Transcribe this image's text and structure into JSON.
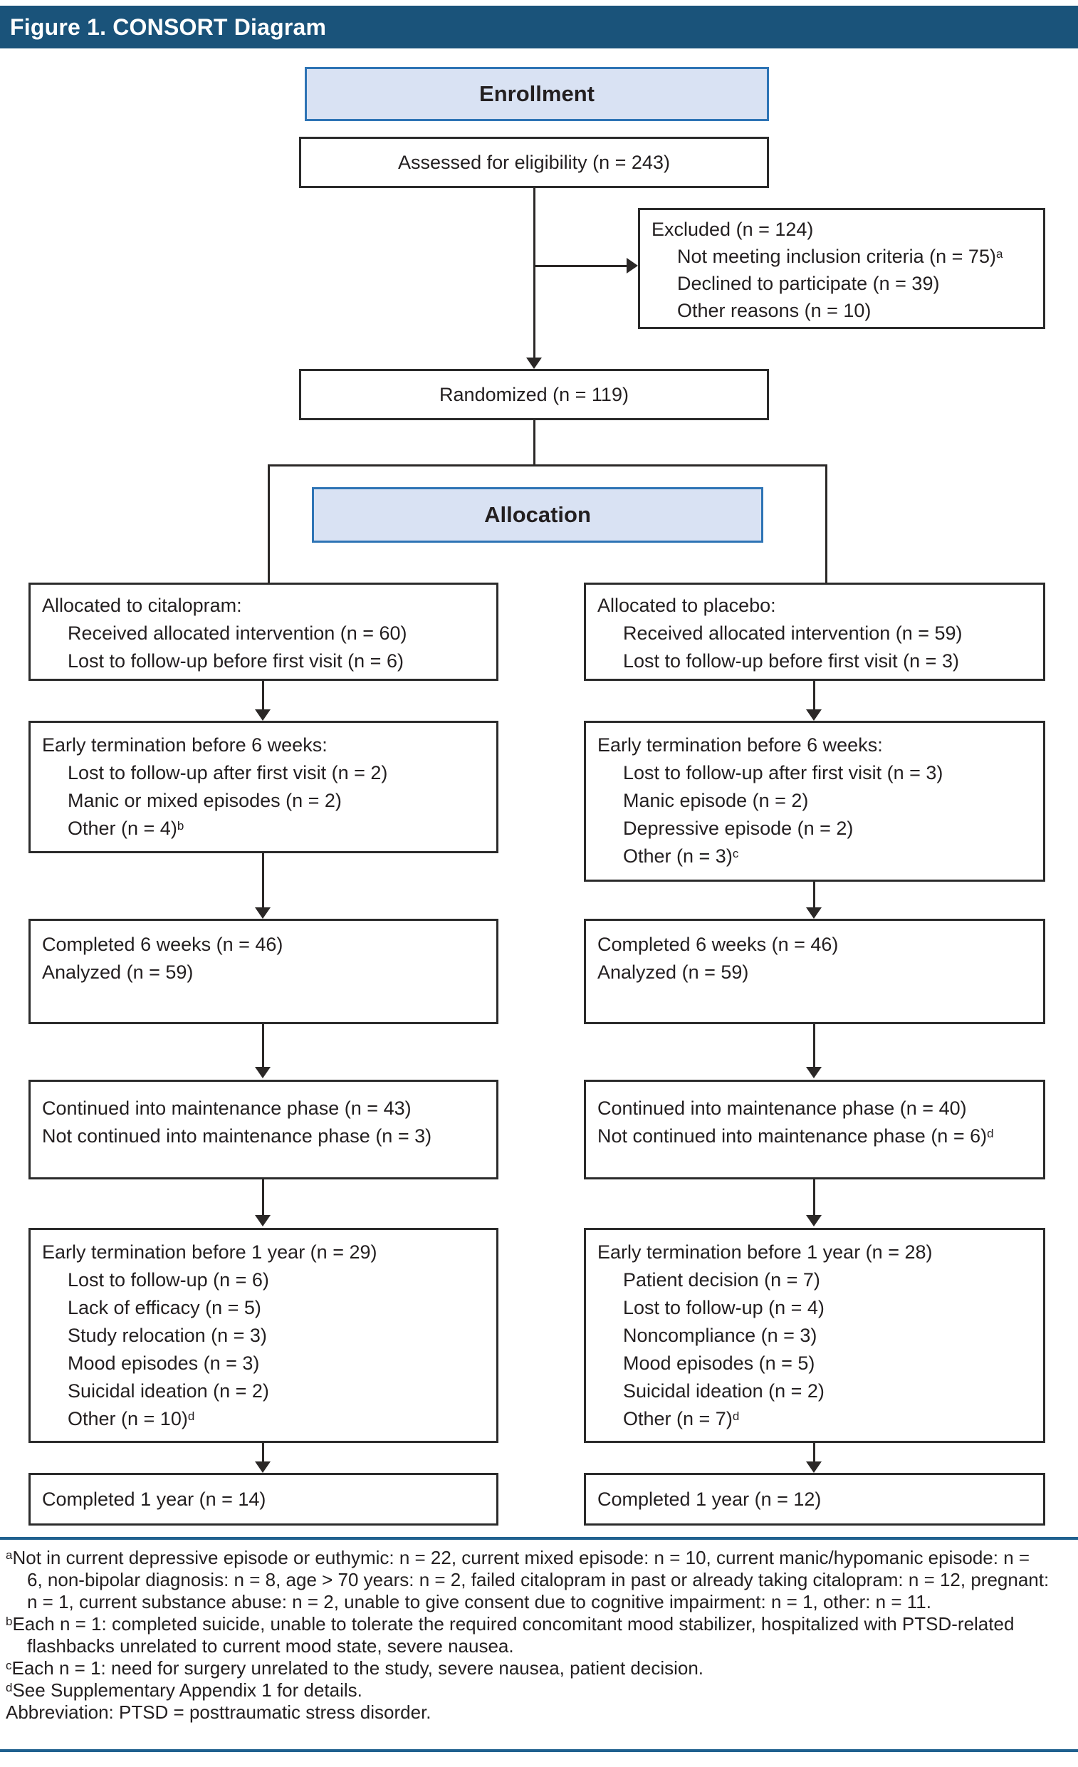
{
  "header": {
    "title": "Figure 1. CONSORT Diagram"
  },
  "phases": {
    "enrollment": "Enrollment",
    "allocation": "Allocation"
  },
  "colors": {
    "title_bar_bg": "#1A537A",
    "phase_fill": "#D9E2F3",
    "phase_border": "#2E74B5",
    "box_border": "#2B2B2B",
    "line": "#2B2827",
    "rule": "#20618F",
    "text": "#231F20"
  },
  "boxes": {
    "assessed": {
      "lines": [
        {
          "t": "Assessed for eligibility (n = 243)"
        }
      ]
    },
    "excluded": {
      "lines": [
        {
          "t": "Excluded (n = 124)"
        },
        {
          "t": "Not meeting inclusion criteria (n = 75)",
          "sup": "a",
          "indent": true
        },
        {
          "t": "Declined to participate (n = 39)",
          "indent": true
        },
        {
          "t": "Other reasons (n = 10)",
          "indent": true
        }
      ]
    },
    "randomized": {
      "lines": [
        {
          "t": "Randomized (n = 119)"
        }
      ]
    },
    "allocated_citalopram": {
      "lines": [
        {
          "t": "Allocated to citalopram:"
        },
        {
          "t": "Received allocated intervention (n = 60)",
          "indent": true
        },
        {
          "t": "Lost to follow-up before first visit (n = 6)",
          "indent": true
        }
      ]
    },
    "allocated_placebo": {
      "lines": [
        {
          "t": "Allocated to placebo:"
        },
        {
          "t": "Received allocated intervention (n = 59)",
          "indent": true
        },
        {
          "t": "Lost to follow-up before first visit (n = 3)",
          "indent": true
        }
      ]
    },
    "early_termination_6wk_citalopram": {
      "lines": [
        {
          "t": "Early termination before 6 weeks:"
        },
        {
          "t": "Lost to follow-up after first visit (n = 2)",
          "indent": true
        },
        {
          "t": "Manic or mixed episodes (n = 2)",
          "indent": true
        },
        {
          "t": "Other (n = 4)",
          "sup": "b",
          "indent": true
        }
      ]
    },
    "early_termination_6wk_placebo": {
      "lines": [
        {
          "t": "Early termination before 6 weeks:"
        },
        {
          "t": "Lost to follow-up after first visit (n = 3)",
          "indent": true
        },
        {
          "t": "Manic episode (n = 2)",
          "indent": true
        },
        {
          "t": "Depressive episode (n = 2)",
          "indent": true
        },
        {
          "t": "Other (n = 3)",
          "sup": "c",
          "indent": true
        }
      ]
    },
    "completed_6wk_citalopram": {
      "lines": [
        {
          "t": "Completed 6 weeks (n = 46)"
        },
        {
          "t": "Analyzed (n = 59)"
        }
      ]
    },
    "completed_6wk_placebo": {
      "lines": [
        {
          "t": "Completed 6 weeks (n = 46)"
        },
        {
          "t": "Analyzed (n = 59)"
        }
      ]
    },
    "maintenance_citalopram": {
      "lines": [
        {
          "t": "Continued into maintenance phase (n = 43)"
        },
        {
          "t": "Not continued into maintenance phase (n = 3)"
        }
      ]
    },
    "maintenance_placebo": {
      "lines": [
        {
          "t": "Continued into maintenance phase (n = 40)"
        },
        {
          "t": "Not continued into maintenance phase (n = 6)",
          "sup": "d"
        }
      ]
    },
    "early_termination_1yr_citalopram": {
      "lines": [
        {
          "t": "Early termination before 1 year (n = 29)"
        },
        {
          "t": "Lost to follow-up (n = 6)",
          "indent": true
        },
        {
          "t": "Lack of efficacy (n = 5)",
          "indent": true
        },
        {
          "t": "Study relocation (n = 3)",
          "indent": true
        },
        {
          "t": "Mood episodes (n = 3)",
          "indent": true
        },
        {
          "t": "Suicidal ideation (n = 2)",
          "indent": true
        },
        {
          "t": "Other (n = 10)",
          "sup": "d",
          "indent": true
        }
      ]
    },
    "early_termination_1yr_placebo": {
      "lines": [
        {
          "t": "Early termination before 1 year (n = 28)"
        },
        {
          "t": "Patient decision (n = 7)",
          "indent": true
        },
        {
          "t": "Lost to follow-up (n = 4)",
          "indent": true
        },
        {
          "t": "Noncompliance (n = 3)",
          "indent": true
        },
        {
          "t": "Mood episodes (n = 5)",
          "indent": true
        },
        {
          "t": "Suicidal ideation (n = 2)",
          "indent": true
        },
        {
          "t": "Other (n = 7)",
          "sup": "d",
          "indent": true
        }
      ]
    },
    "completed_1yr_citalopram": {
      "lines": [
        {
          "t": "Completed 1 year (n = 14)"
        }
      ]
    },
    "completed_1yr_placebo": {
      "lines": [
        {
          "t": "Completed 1 year (n = 12)"
        }
      ]
    }
  },
  "footnotes": [
    {
      "sup": "a",
      "t": "Not in current depressive episode or euthymic: n = 22, current mixed episode: n = 10, current manic/hypomanic episode: n = 6, non-bipolar diagnosis: n = 8, age > 70 years: n = 2, failed citalopram in past or already taking citalopram: n = 12, pregnant: n = 1, current substance abuse: n = 2, unable to give consent due to cognitive impairment: n = 1, other: n = 11."
    },
    {
      "sup": "b",
      "t": "Each n = 1: completed suicide, unable to tolerate the required concomitant mood stabilizer, hospitalized with PTSD-related flashbacks unrelated to current mood state, severe nausea."
    },
    {
      "sup": "c",
      "t": "Each n = 1: need for surgery unrelated to the study, severe nausea, patient decision."
    },
    {
      "sup": "d",
      "t": "See Supplementary Appendix 1 for details."
    },
    {
      "t": "Abbreviation: PTSD = posttraumatic stress disorder."
    }
  ]
}
